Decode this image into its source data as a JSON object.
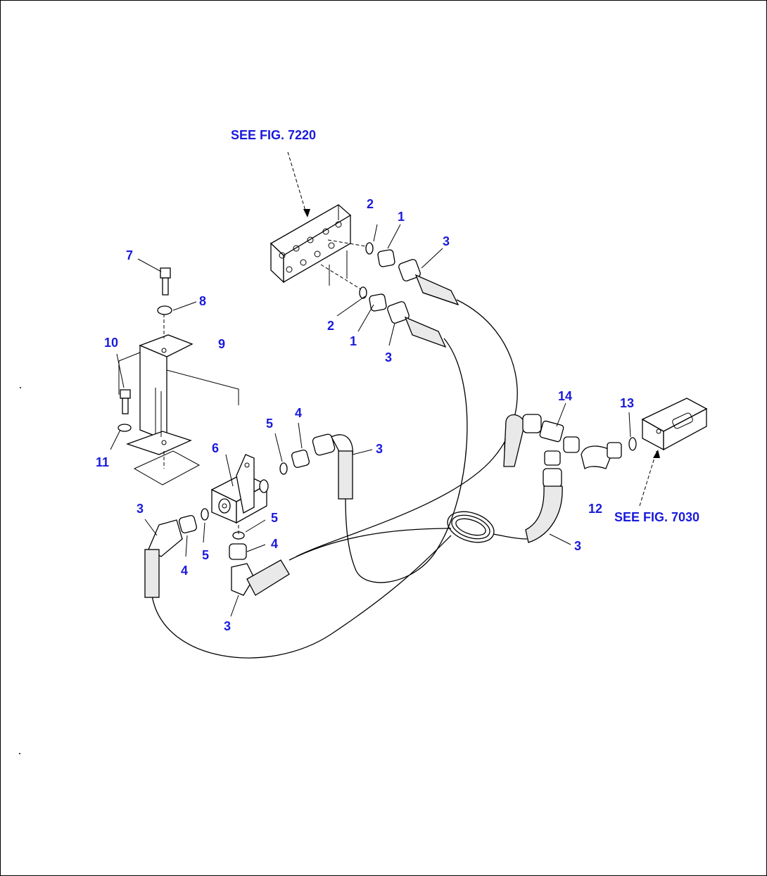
{
  "references": {
    "fig_7220": "SEE FIG. 7220",
    "fig_7030": "SEE FIG. 7030"
  },
  "labels": {
    "p1a": "1",
    "p1b": "1",
    "p2a": "2",
    "p2b": "2",
    "p3a": "3",
    "p3b": "3",
    "p3c": "3",
    "p3d": "3",
    "p3e": "3",
    "p3f": "3",
    "p4a": "4",
    "p4b": "4",
    "p4c": "4",
    "p5a": "5",
    "p5b": "5",
    "p5c": "5",
    "p6": "6",
    "p7": "7",
    "p8": "8",
    "p9": "9",
    "p10": "10",
    "p11": "11",
    "p12": "12",
    "p13": "13",
    "p14": "14"
  },
  "colors": {
    "label": "#1a1adc",
    "line": "#000000"
  }
}
